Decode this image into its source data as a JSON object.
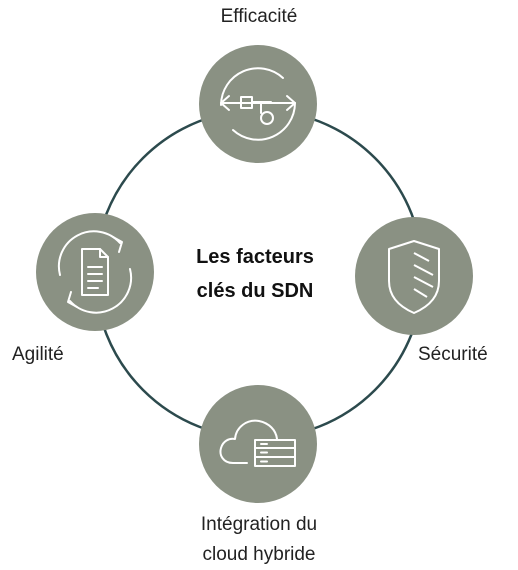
{
  "center": {
    "line1": "Les facteurs",
    "line2": "clés du SDN"
  },
  "nodes": {
    "top": {
      "label": "Efficacité",
      "icon": "usb-transfer-icon"
    },
    "right": {
      "label": "Sécurité",
      "icon": "shield-icon"
    },
    "bottom": {
      "label_line1": "Intégration du",
      "label_line2": "cloud hybride",
      "icon": "cloud-server-icon"
    },
    "left": {
      "label": "Agilité",
      "icon": "document-sync-icon"
    }
  },
  "colors": {
    "node_fill": "#8a9183",
    "ring_stroke": "#2c4a4d",
    "icon_stroke": "#ffffff"
  }
}
